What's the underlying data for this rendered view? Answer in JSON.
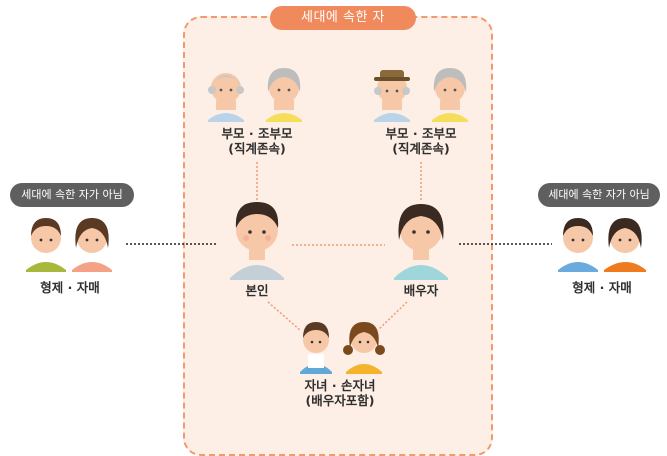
{
  "household": {
    "title": "세대에 속한 자"
  },
  "left_side": {
    "badge": "세대에 속한 자가 아님",
    "label": "형제 · 자매"
  },
  "right_side": {
    "badge": "세대에 속한 자가 아님",
    "label": "형제 · 자매"
  },
  "nodes": {
    "parents_left": {
      "line1": "부모 · 조부모",
      "line2": "(직계존속)"
    },
    "parents_right": {
      "line1": "부모 · 조부모",
      "line2": "(직계존속)"
    },
    "self": {
      "label": "본인"
    },
    "spouse": {
      "label": "배우자"
    },
    "children": {
      "line1": "자녀 · 손자녀",
      "line2": "(배우자포함)"
    }
  },
  "colors": {
    "household_fill": "#fdeee6",
    "household_border": "#f19a72",
    "household_badge": "#f08a5d",
    "outside_badge": "#5f5f5f",
    "connector_dotted": "#222222",
    "connector_inner": "#f19a72"
  }
}
